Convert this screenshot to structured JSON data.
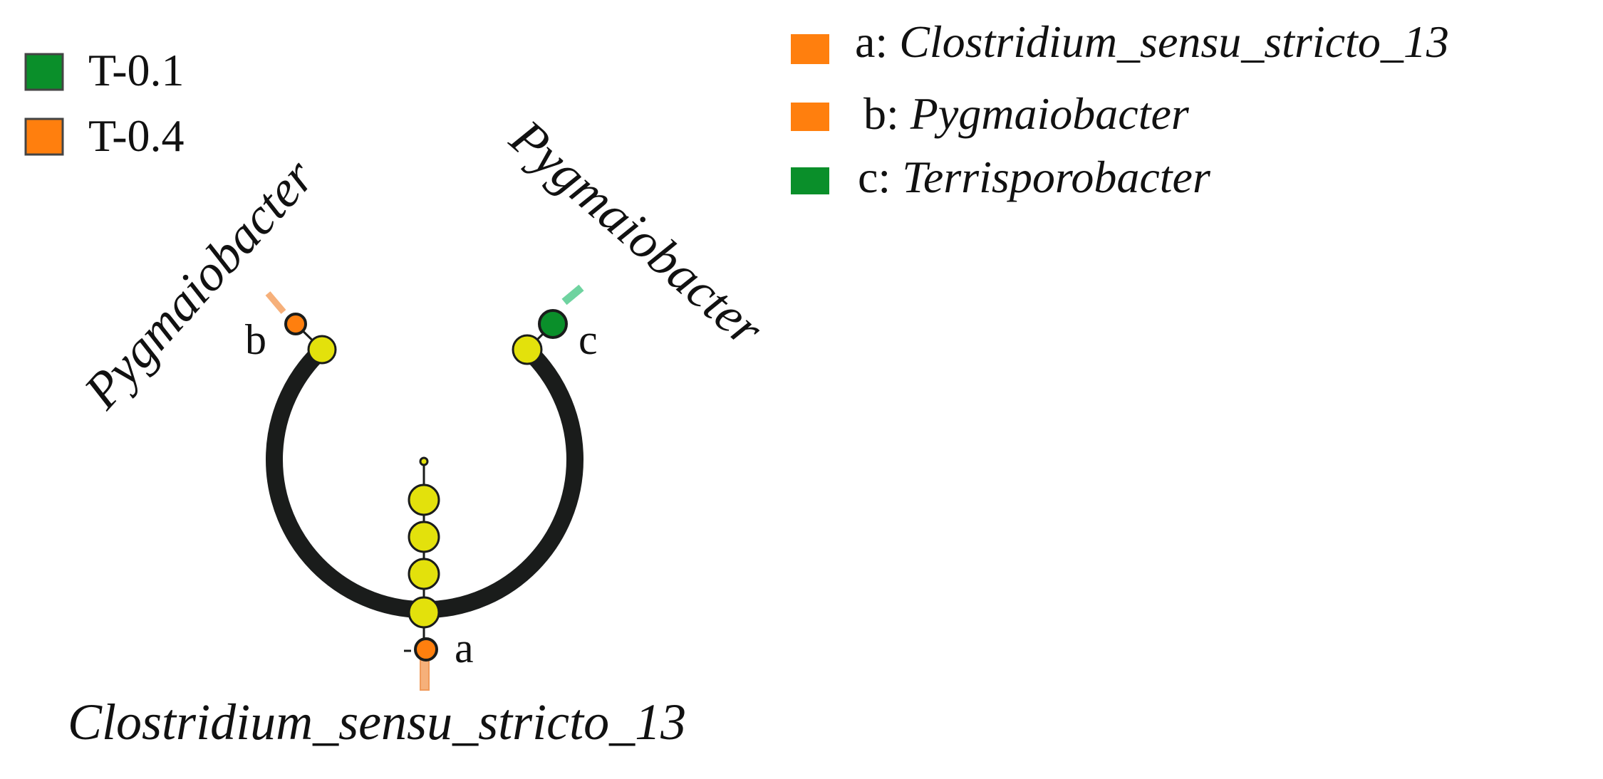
{
  "legend_groups": {
    "items": [
      {
        "label": "T-0.1",
        "color": "#0a8f2a"
      },
      {
        "label": "T-0.4",
        "color": "#ff7f0e"
      }
    ]
  },
  "legend_taxa": {
    "items": [
      {
        "letter": "a:",
        "name": "Clostridium_sensu_stricto_13",
        "color": "#ff7f0e"
      },
      {
        "letter": "b:",
        "name": "Pygmaiobacter",
        "color": "#ff7f0e"
      },
      {
        "letter": "c:",
        "name": "Terrisporobacter",
        "color": "#0a8f2a"
      }
    ]
  },
  "tree": {
    "clade_left_label": "Pygmaiobacter",
    "clade_right_label": "Pygmaiobacter",
    "clade_bottom_label": "Clostridium_sensu_stricto_13",
    "node_labels": {
      "a": "a",
      "b": "b",
      "c": "c"
    }
  },
  "colors": {
    "arc": "#1a1c1b",
    "node_fill": "#e3e10c",
    "orange": "#ff7f0e",
    "green": "#0a8f2a",
    "orange_bar": "#f6b07a",
    "green_bar": "#6fd3a0"
  }
}
